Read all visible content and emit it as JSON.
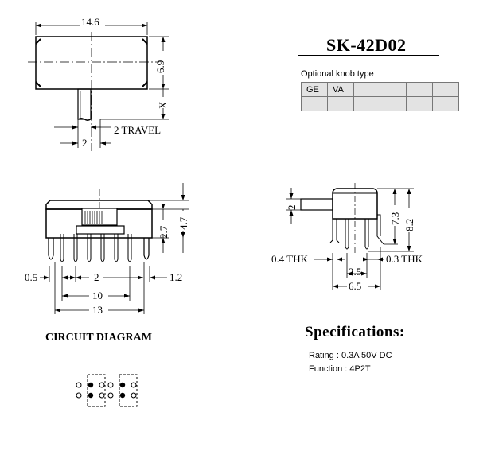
{
  "part_number": "SK-42D02",
  "knob": {
    "caption": "Optional knob type",
    "row1": [
      "GE",
      "VA",
      "",
      "",
      "",
      ""
    ],
    "row2": [
      "",
      "",
      "",
      "",
      "",
      ""
    ]
  },
  "top_view": {
    "width_label": "14.6",
    "height_label": "6.9",
    "x_label": "X",
    "lever_label": "2",
    "travel_label": "2 TRAVEL"
  },
  "front_view": {
    "h1_label": "2.7",
    "h2_label": "4.7",
    "left_label": "0.5",
    "pitch_label": "2",
    "right_label": "1.2",
    "mid_label": "10",
    "total_label": "13"
  },
  "side_view": {
    "lever_label": "2",
    "h1_label": "7.3",
    "h2_label": "8.2",
    "left_thk_label": "0.4 THK",
    "right_thk_label": "0.3 THK",
    "pitch_label": "2.5",
    "total_label": "6.5"
  },
  "circuit": {
    "title": "CIRCUIT DIAGRAM"
  },
  "specifications": {
    "title": "Specifications:",
    "rating": "Rating : 0.3A 50V DC",
    "function": "Function : 4P2T"
  }
}
